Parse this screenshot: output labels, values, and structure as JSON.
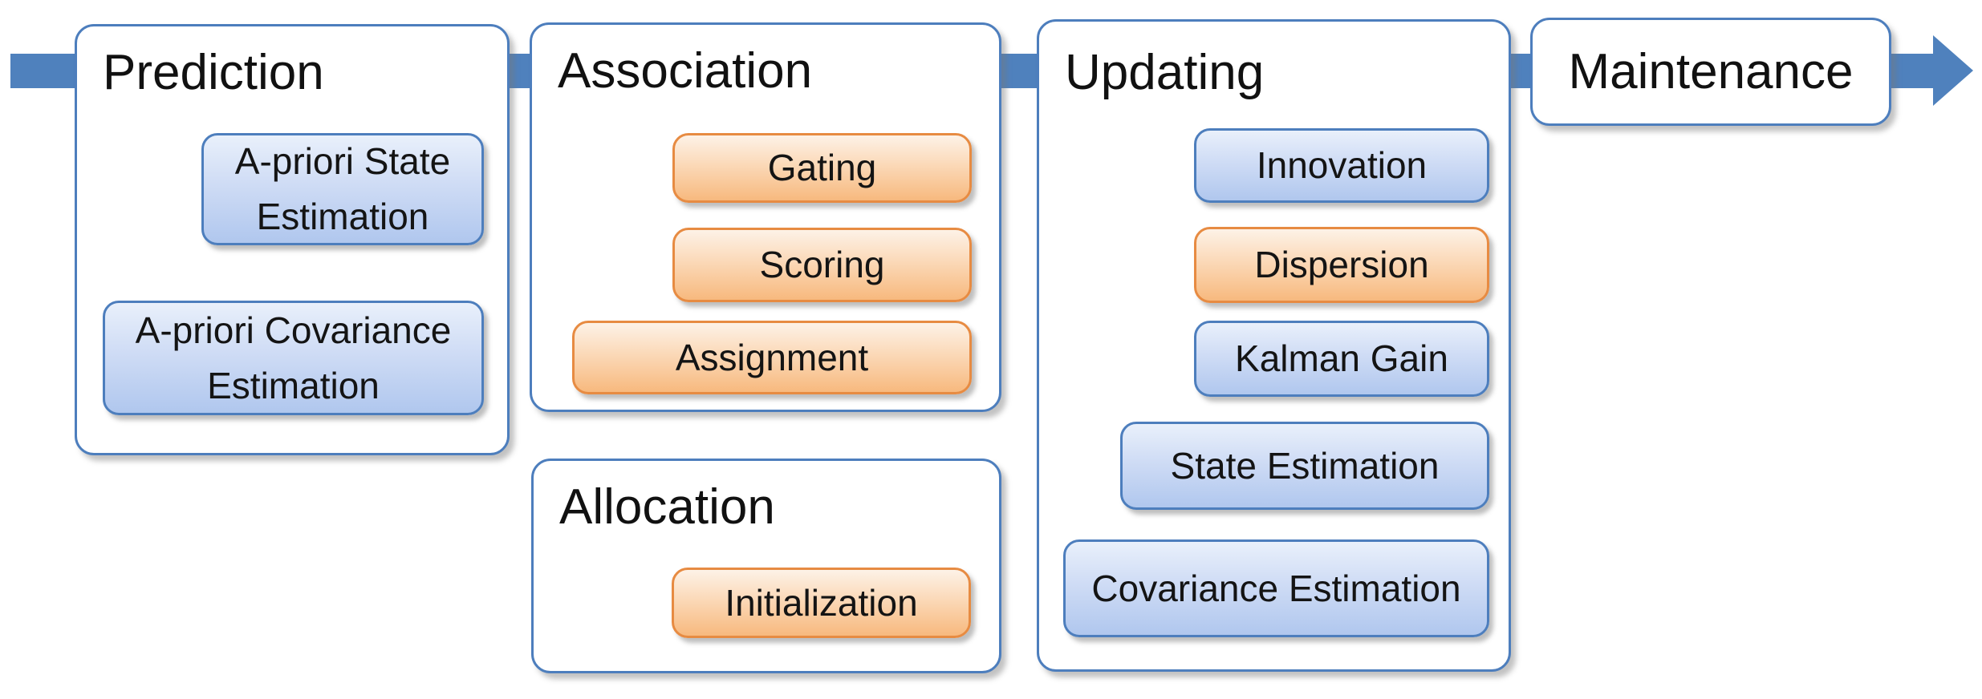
{
  "colors": {
    "arrow": "#4f81bd",
    "container_border": "#4d7ebd",
    "blue_box_border": "#4d7ebd",
    "blue_box_fill_top": "#e9f0fb",
    "blue_box_fill_bottom": "#b0c7ee",
    "orange_box_border": "#e78b42",
    "orange_box_fill_top": "#fdf2e7",
    "orange_box_fill_bottom": "#f7b97e"
  },
  "flow": {
    "direction": "left-to-right",
    "stages": [
      {
        "title": "Prediction",
        "items": [
          {
            "label": "A-priori State Estimation",
            "color": "blue"
          },
          {
            "label": "A-priori Covariance Estimation",
            "color": "blue"
          }
        ]
      },
      {
        "title": "Association",
        "items": [
          {
            "label": "Gating",
            "color": "orange"
          },
          {
            "label": "Scoring",
            "color": "orange"
          },
          {
            "label": "Assignment",
            "color": "orange"
          }
        ]
      },
      {
        "title": "Allocation",
        "items": [
          {
            "label": "Initialization",
            "color": "orange"
          }
        ]
      },
      {
        "title": "Updating",
        "items": [
          {
            "label": "Innovation",
            "color": "blue"
          },
          {
            "label": "Dispersion",
            "color": "orange"
          },
          {
            "label": "Kalman Gain",
            "color": "blue"
          },
          {
            "label": "State Estimation",
            "color": "blue"
          },
          {
            "label": "Covariance Estimation",
            "color": "blue"
          }
        ]
      },
      {
        "title": "Maintenance",
        "items": []
      }
    ]
  }
}
